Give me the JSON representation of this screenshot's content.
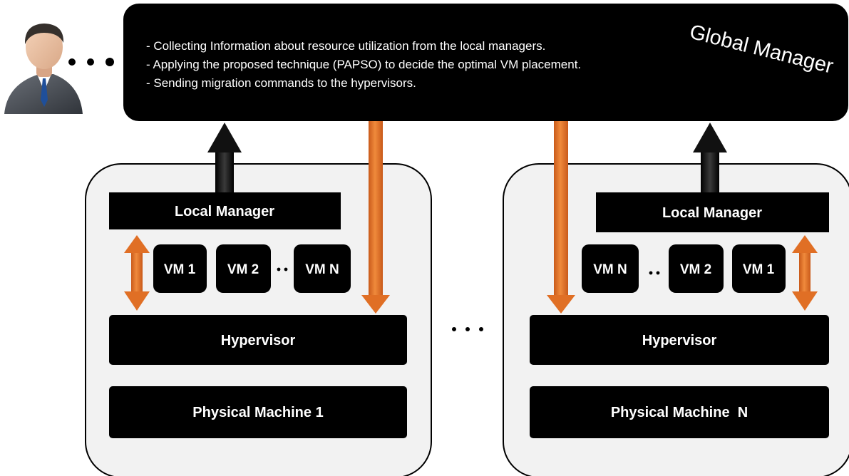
{
  "global_manager": {
    "title": "Global Manager",
    "tasks": [
      "- Collecting Information about resource utilization from the local managers.",
      "- Applying the proposed technique (PAPSO) to decide the optimal VM placement.",
      "- Sending migration commands to the hypervisors."
    ]
  },
  "machine_1": {
    "local_manager": "Local Manager",
    "vms": [
      "VM 1",
      "VM 2",
      "VM N"
    ],
    "hypervisor": "Hypervisor",
    "physical": "Physical Machine 1"
  },
  "machine_n": {
    "local_manager": "Local Manager",
    "vms": [
      "VM N",
      "VM 2",
      "VM 1"
    ],
    "hypervisor": "Hypervisor",
    "physical": "Physical Machine  N"
  },
  "colors": {
    "block": "#000000",
    "machine_bg": "#f2f2f2",
    "migration_arrow": "#ed7d31",
    "status_arrow": "#000000"
  },
  "icons": {
    "user": "administrator-user-icon",
    "ellipsis": "ellipsis-dots"
  }
}
